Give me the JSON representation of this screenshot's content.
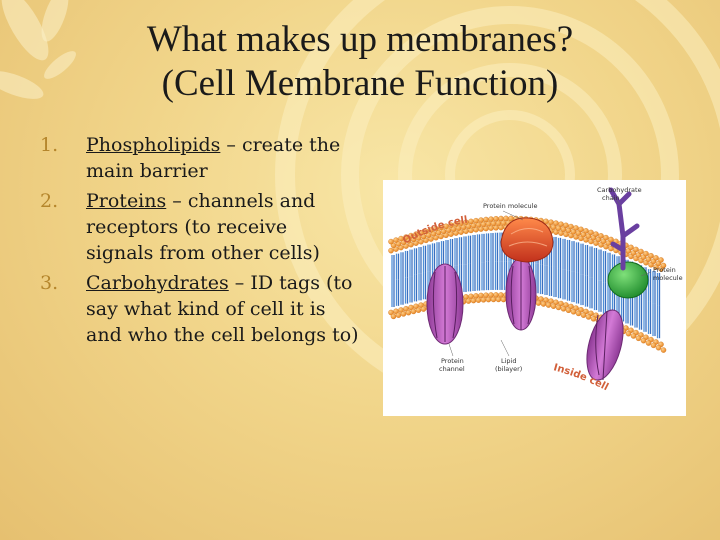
{
  "title": {
    "line1": "What makes up membranes?",
    "line2": "(Cell Membrane Function)"
  },
  "items": [
    {
      "num": "1.",
      "term": "Phospholipids",
      "rest": " – create the main barrier"
    },
    {
      "num": "2.",
      "term": "Proteins",
      "rest": " – channels and receptors (to receive signals from other cells)"
    },
    {
      "num": "3.",
      "term": "Carbohydrates",
      "rest": " – ID tags (to say what kind of cell it is and who the cell belongs to)"
    }
  ],
  "figure": {
    "label_carbohydrate_1": "Carbohydrate",
    "label_carbohydrate_2": "chain",
    "label_protein_top": "Protein molecule",
    "label_protein_right_1": "Protein",
    "label_protein_right_2": "molecule",
    "label_channel_1": "Protein",
    "label_channel_2": "channel",
    "label_lipid_1": "Lipid",
    "label_lipid_2": "(bilayer)",
    "outside_text": "Outside cell",
    "inside_text": "Inside cell"
  },
  "colors": {
    "background": "#f1d58a",
    "bullet_number": "#b5862c",
    "head": "#f39a2b",
    "tail": "#4f8fd8",
    "channel": "#b25ab5",
    "protein_red": "#e0452c",
    "protein_green": "#2fae3a",
    "carbohydrate": "#6a3fa0"
  }
}
